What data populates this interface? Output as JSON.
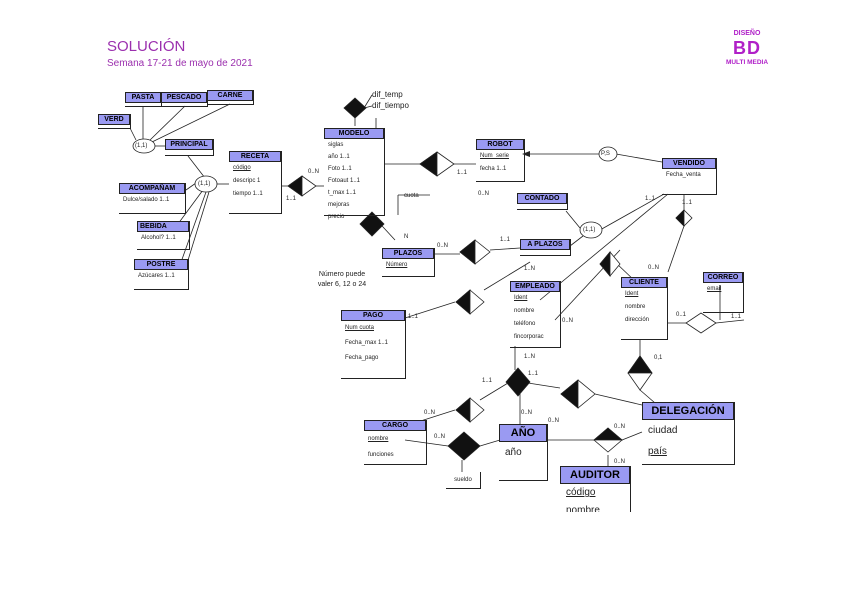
{
  "header": {
    "title": "SOLUCIÓN",
    "subtitle": "Semana 17-21 de mayo de 2021"
  },
  "brand": {
    "line1": "DISEÑO",
    "line2": "BD",
    "line3": "MULTI MEDIA"
  },
  "entities": {
    "pasta": {
      "name": "PASTA"
    },
    "pescado": {
      "name": "PESCADO"
    },
    "carne": {
      "name": "CARNE"
    },
    "verd": {
      "name": "VERD"
    },
    "principal": {
      "name": "PRINCIPAL"
    },
    "acompanam": {
      "name": "ACOMPAÑAM",
      "attrs": [
        "Dulce/salado 1..1"
      ]
    },
    "bebida": {
      "name": "BEBIDA",
      "attrs": [
        "Alcohol? 1..1"
      ]
    },
    "postre": {
      "name": "POSTRE",
      "attrs": [
        "Azúcares 1..1"
      ]
    },
    "receta": {
      "name": "RECETA",
      "attrs": [
        "código",
        "descripc 1",
        "tiempo 1..1"
      ]
    },
    "modelo": {
      "name": "MODELO",
      "attrs": [
        "siglas",
        "año 1..1",
        "Foto 1..1",
        "Fotoaut 1..1",
        "t_max 1..1",
        "mejoras",
        "precio"
      ]
    },
    "robot": {
      "name": "ROBOT",
      "attrs": [
        "Num_serie",
        "fecha 1..1"
      ]
    },
    "vendido": {
      "name": "VENDIDO",
      "attrs": [
        "Fecha_venta"
      ]
    },
    "contado": {
      "name": "CONTADO"
    },
    "aplazos": {
      "name": "A PLAZOS"
    },
    "plazos": {
      "name": "PLAZOS",
      "attrs": [
        "Número"
      ]
    },
    "empleado": {
      "name": "EMPLEADO",
      "attrs": [
        "Ident",
        "nombre",
        "teléfono",
        "fincorporac"
      ]
    },
    "cliente": {
      "name": "CLIENTE",
      "attrs": [
        "Ident",
        "nombre",
        "dirección"
      ]
    },
    "correo": {
      "name": "CORREO",
      "attrs": [
        "email"
      ]
    },
    "pago": {
      "name": "PAGO",
      "attrs": [
        "Num cuota",
        "Fecha_max 1..1",
        "Fecha_pago"
      ]
    },
    "cargo": {
      "name": "CARGO",
      "attrs": [
        "nombre",
        "funciones"
      ]
    },
    "anio": {
      "name": "AÑO",
      "attrs": [
        "año"
      ]
    },
    "delegacion": {
      "name": "DELEGACIÓN",
      "attrs": [
        "ciudad",
        "país"
      ]
    },
    "auditor": {
      "name": "AUDITOR",
      "attrs": [
        "código",
        "nombre"
      ]
    }
  },
  "relationship_labels": {
    "dif_temp": "dif_temp",
    "dif_tiempo": "dif_tiempo",
    "cuota": "cuota",
    "sueldo": "sueldo"
  },
  "isa_labels": {
    "principal_isa": "(1,1)",
    "receta_isa": "(1,1)",
    "vendido_isa": "(1,1)",
    "robot_ps": "P,S"
  },
  "cardinalities": {
    "c_receta_left": "1..1",
    "c_modelo_right": "0..N",
    "c_robot_1": "1..1",
    "c_robot_0n": "0..N",
    "c_plazos_n": "N",
    "c_plazos_0n": "0..N",
    "c_aplazos_11": "1..1",
    "c_aplazos_1n": "1..N",
    "c_vendido_11": "1..1",
    "c_vendido_11b": "1..1",
    "c_cliente_0n": "0..N",
    "c_correo_01": "0..1",
    "c_correo_11": "1..1",
    "c_pago_11": "1..1",
    "c_empleado_0n": "0..N",
    "c_empleado_1n": "1..N",
    "c_emp_11a": "1..1",
    "c_emp_11b": "1..1",
    "c_cargo_0n": "0..N",
    "c_cargo_0nb": "0..N",
    "c_anio_0n": "0..N",
    "c_aud_0n": "0..N",
    "c_aud_0nb": "0..N",
    "c_aud_0nc": "0..N",
    "c_deleg_01": "0,1"
  },
  "notes": {
    "plazos_note": "Número puede valer 6, 12 o 24"
  }
}
